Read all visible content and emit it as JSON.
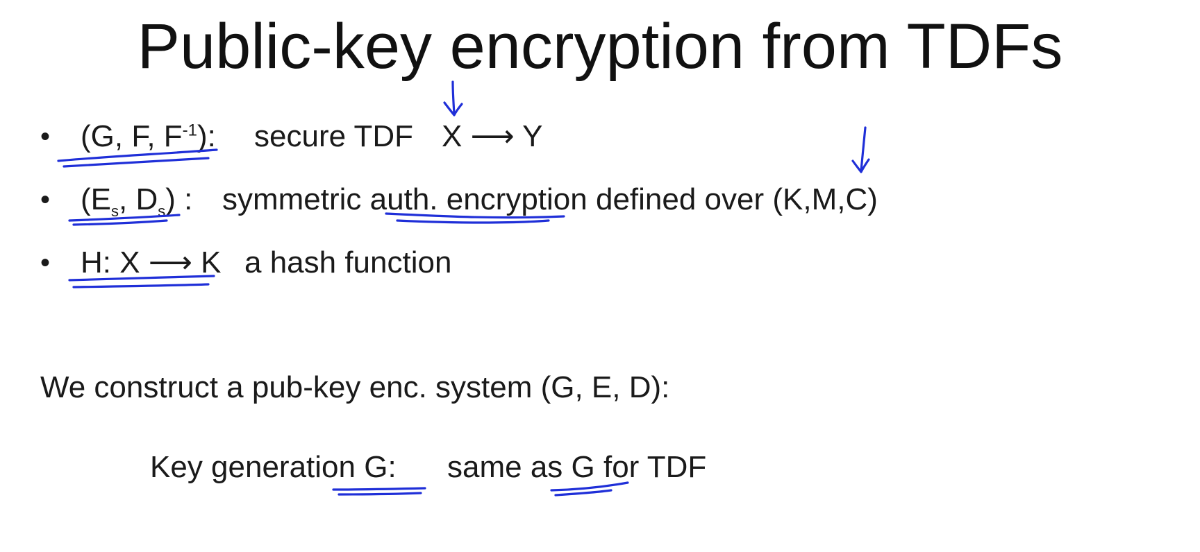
{
  "title": "Public-key encryption from TDFs",
  "bullet_symbol": "•",
  "bullets": [
    {
      "label_open": "(G, F, F",
      "label_sup": "-1",
      "label_close": "):",
      "desc_text": "secure TDF",
      "mapping_x": "X",
      "mapping_arrow": "⟶",
      "mapping_y": "Y"
    },
    {
      "label_open": "(E",
      "label_sub1": "s",
      "label_mid": ", D",
      "label_sub2": "s",
      "label_close": ") :",
      "desc_text": "symmetric auth. encryption defined over",
      "tuple_text": "(K,M,C)"
    },
    {
      "label": "H: X",
      "arrow": "⟶",
      "label_end": "K",
      "desc_text": "a hash function"
    }
  ],
  "construct_text": "We construct a pub-key enc. system (G, E, D):",
  "keygen": {
    "label": "Key generation G:",
    "desc": "same as G for TDF"
  },
  "annotation_color": "#1f2fd8"
}
